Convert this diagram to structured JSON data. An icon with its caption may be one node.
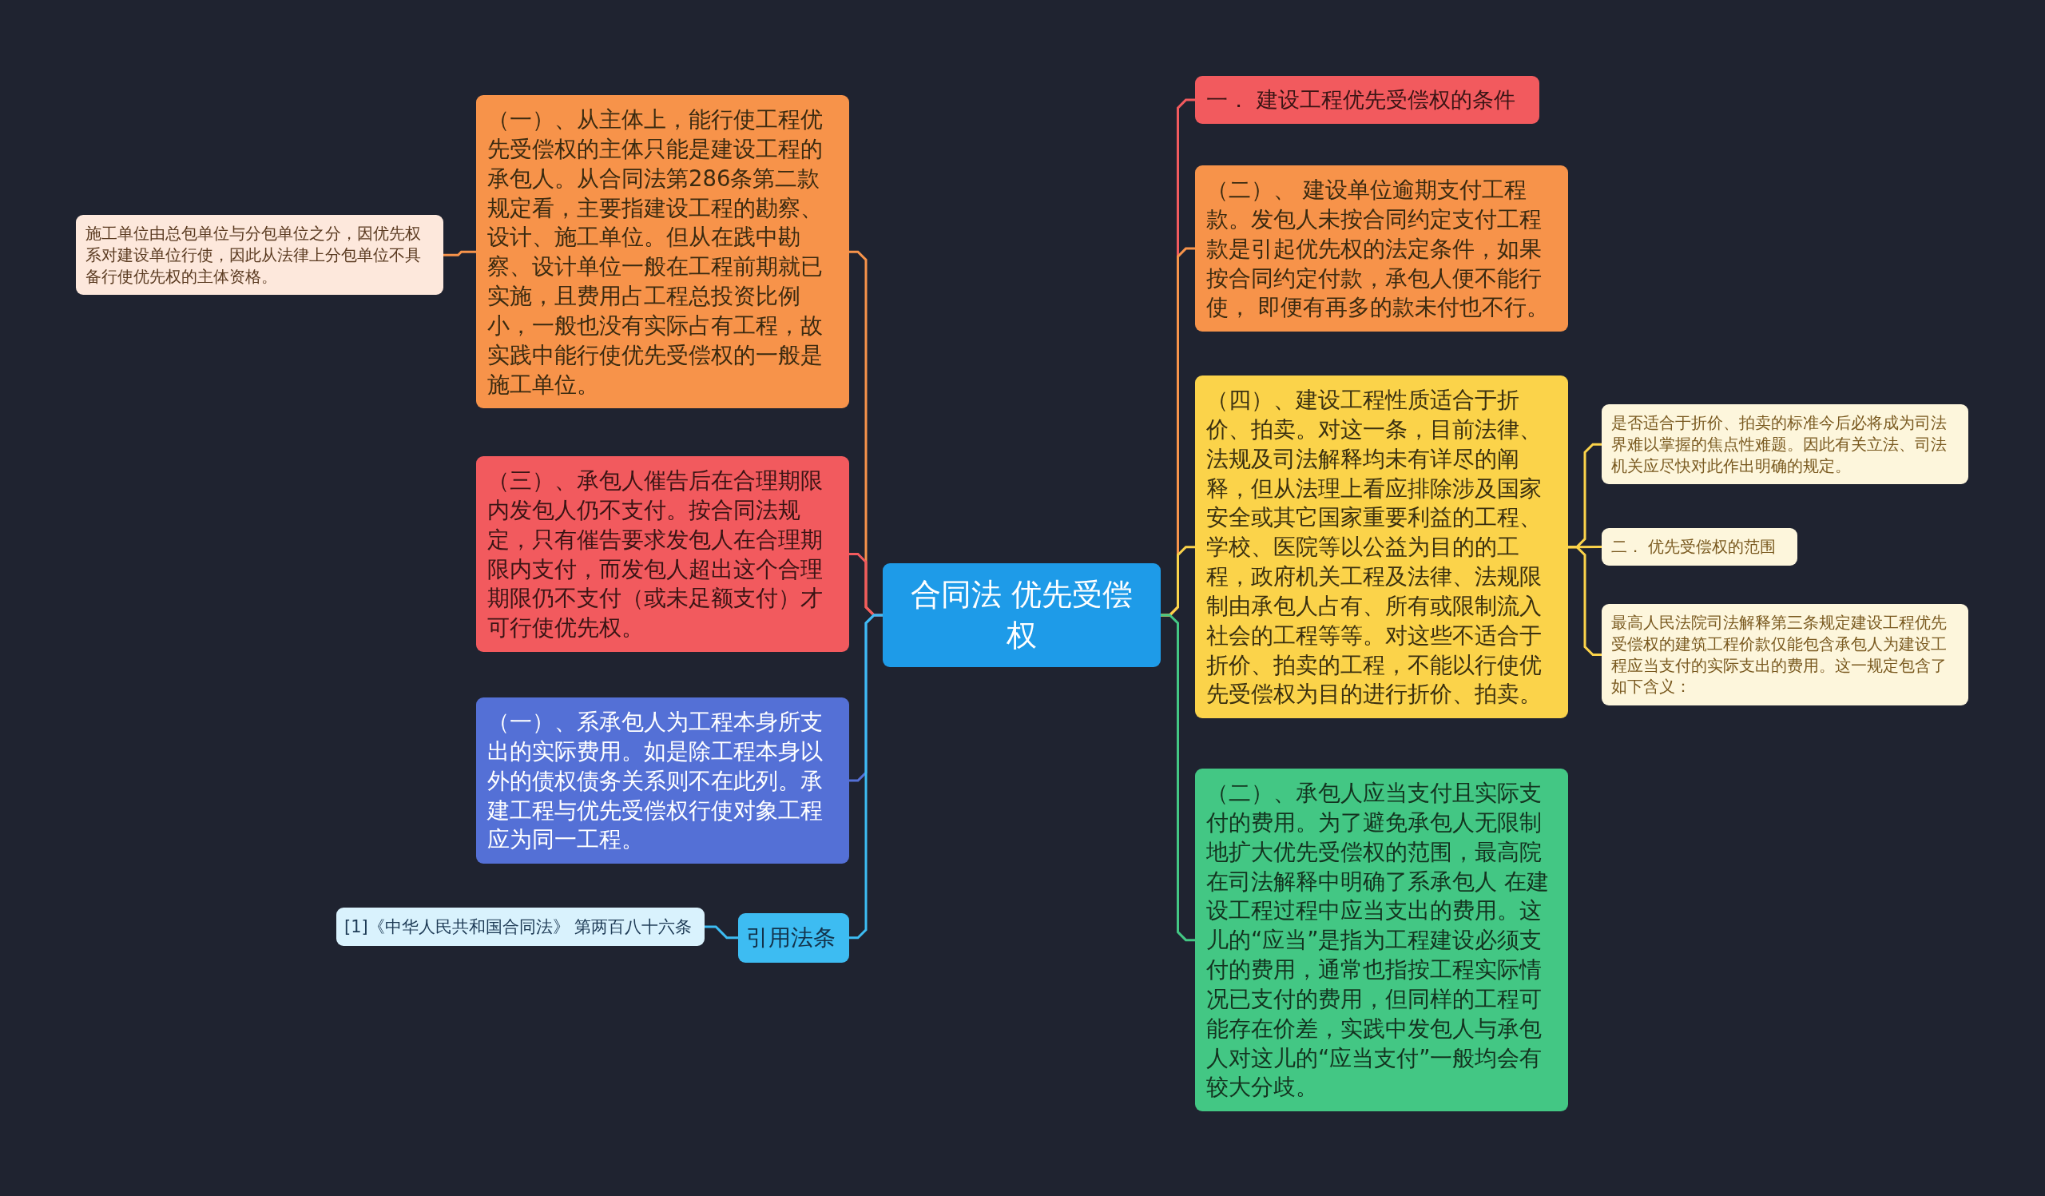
{
  "diagram": {
    "nodes": [
      {
        "text": [
          "合同法 优先受偿权"
        ]
      },
      {
        "text": [
          "（一）、从主体上，能行使工程优先受偿权的主体只能是建设工程的承包人。从合同法第286条第二款规定看，主要指建设工程的勘察、设计、施工单位。但从在践中勘察、设计单位一般在工程前期就已实施，且费用占工程总投资比例小，一般也没有实际占有工程，故实践中能行使优先受偿权的一般是施工单位。"
        ]
      },
      {
        "text": [
          "施工单位由总包单位与分包单位之分，因优先权系对建设单位行使，因此从法律上分包单位不具备行使优先权的主体资格。"
        ]
      },
      {
        "text": [
          "（三）、承包人催告后在合理期限内发包人仍不支付。按合同法规定，只有催告要求发包人在合理期限内支付，而发包人超出这个合理期限仍不支付（或未足额支付）才可行使优先权。"
        ]
      },
      {
        "text": [
          "（一）、系承包人为工程本身所支出的实际费用。如是除工程本身以外的债权债务关系则不在此列。承建工程与优先受偿权行使对象工程应为同一工程。"
        ]
      },
      {
        "text": [
          "引用法条"
        ]
      },
      {
        "text": [
          "[1]《中华人民共和国合同法》 第两百八十六条"
        ]
      },
      {
        "text": [
          "一．  建设工程优先受偿权的条件"
        ]
      },
      {
        "text": [
          "（二）、 建设单位逾期支付工程款。发包人未按合同约定支付工程款是引起优先权的法定条件，如果按合同约定付款，承包人便不能行使， 即便有再多的款未付也不行。"
        ]
      },
      {
        "text": [
          "（四）、建设工程性质适合于折价、拍卖。对这一条，目前法律、法规及司法解释均未有详尽的阐释，但从法理上看应排除涉及国家安全或其它国家重要利益的工程、学校、医院等以公益为目的的工程，政府机关工程及法律、法规限制由承包人占有、所有或限制流入社会的工程等等。对这些不适合于折价、拍卖的工程，不能以行使优先受偿权为目的进行折价、拍卖。"
        ]
      },
      {
        "text": [
          "是否适合于折价、拍卖的标准今后必将成为司法界难以掌握的焦点性难题。因此有关立法、司法机关应尽快对此作出明确的规定。"
        ]
      },
      {
        "text": [
          "二．  优先受偿权的范围"
        ]
      },
      {
        "text": [
          "最高人民法院司法解释第三条规定建设工程优先受偿权的建筑工程价款仅能包含承包人为建设工程应当支付的实际支出的费用。这一规定包含了如下含义："
        ]
      },
      {
        "text": [
          "（二）、承包人应当支付且实际支付的费用。为了避免承包人无限制地扩大优先受偿权的范围，最高院在司法解释中明确了系承包人 在建设工程过程中应当支出的费用。这儿的“应当”是指为工程建设必须支付的费用，通常也指按工程实际情况已支付的费用，但同样的工程可能存在价差，实践中发包人与承包人对这儿的“应当支付”一般均会有较大分歧。"
        ]
      }
    ],
    "edges": [
      {
        "from": 0,
        "to": 1,
        "arrow": "none",
        "color": "#f7934a"
      },
      {
        "from": 1,
        "to": 2,
        "arrow": "none",
        "color": "#f7934a"
      },
      {
        "from": 0,
        "to": 3,
        "arrow": "none",
        "color": "#f25a5e"
      },
      {
        "from": 0,
        "to": 4,
        "arrow": "none",
        "color": "#5470d6"
      },
      {
        "from": 0,
        "to": 5,
        "arrow": "none",
        "color": "#3dbcf2"
      },
      {
        "from": 5,
        "to": 6,
        "arrow": "none",
        "color": "#3dbcf2"
      },
      {
        "from": 0,
        "to": 7,
        "arrow": "none",
        "color": "#f25a5e"
      },
      {
        "from": 0,
        "to": 8,
        "arrow": "none",
        "color": "#f7934a"
      },
      {
        "from": 0,
        "to": 9,
        "arrow": "none",
        "color": "#fbd34a"
      },
      {
        "from": 9,
        "to": 10,
        "arrow": "none",
        "color": "#fbd34a"
      },
      {
        "from": 9,
        "to": 11,
        "arrow": "none",
        "color": "#fbd34a"
      },
      {
        "from": 9,
        "to": 12,
        "arrow": "none",
        "color": "#fbd34a"
      },
      {
        "from": 0,
        "to": 13,
        "arrow": "none",
        "color": "#43c784"
      }
    ]
  }
}
